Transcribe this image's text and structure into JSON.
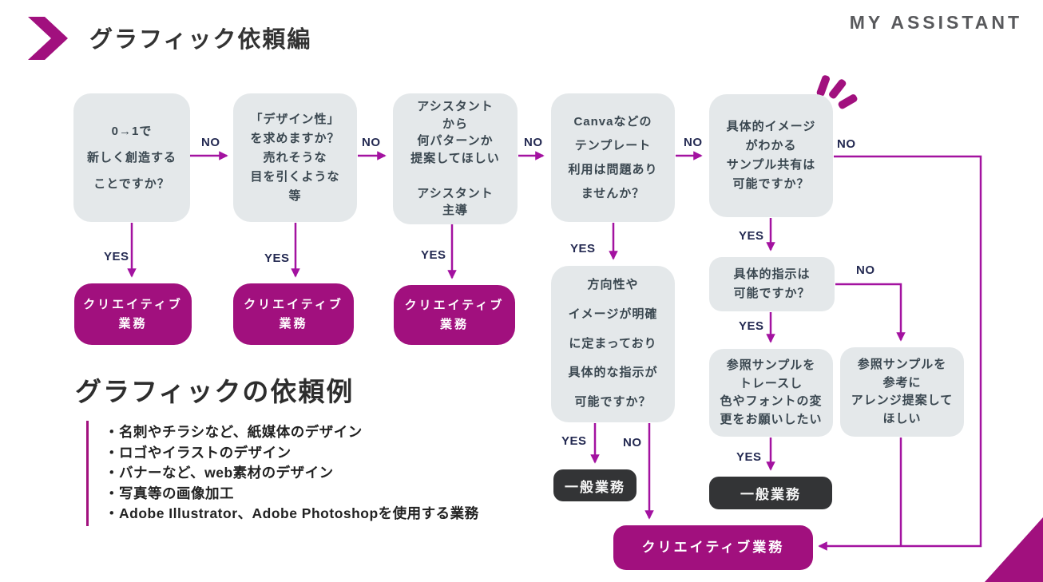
{
  "header": {
    "title": "グラフィック依頼編",
    "logo": "MY ASSISTANT"
  },
  "labels": {
    "yes": "YES",
    "no": "NO"
  },
  "flow": {
    "q1": "0→1で\n新しく創造する\nことですか？",
    "q2": "「デザイン性」\nを求めますか？\n売れそうな\n目を引くような\n等",
    "q3": "アシスタント\nから\n何パターンか\n提案してほしい\n\nアシスタント\n主導",
    "q4": "Canvaなどの\nテンプレート\n利用は問題あり\nませんか？",
    "q5": "具体的イメージ\nがわかる\nサンプル共有は\n可能ですか？",
    "q6": "方向性や\nイメージが明確\nに定まっており\n具体的な指示が\n可能ですか？",
    "q7": "具体的指示は\n可能ですか？",
    "q8": "参照サンプルを\nトレースし\n色やフォントの変\n更をお願いしたい",
    "q9": "参照サンプルを\n参考に\nアレンジ提案して\nほしい",
    "creative": "クリエイティブ\n業務",
    "creative_final": "クリエイティブ業務",
    "general": "一般業務"
  },
  "examples": {
    "heading": "グラフィックの依頼例",
    "items": [
      "・名刺やチラシなど、紙媒体のデザイン",
      "・ロゴやイラストのデザイン",
      "・バナーなど、web素材のデザイン",
      "・写真等の画像加工",
      "・Adobe Illustrator、Adobe Photoshopを使用する業務"
    ]
  },
  "colors": {
    "accent_magenta": "#A1107E",
    "connector_purple": "#A312A0",
    "node_gray": "#E4E8EA",
    "outcome_dark": "#333436",
    "label_navy": "#242A52"
  }
}
